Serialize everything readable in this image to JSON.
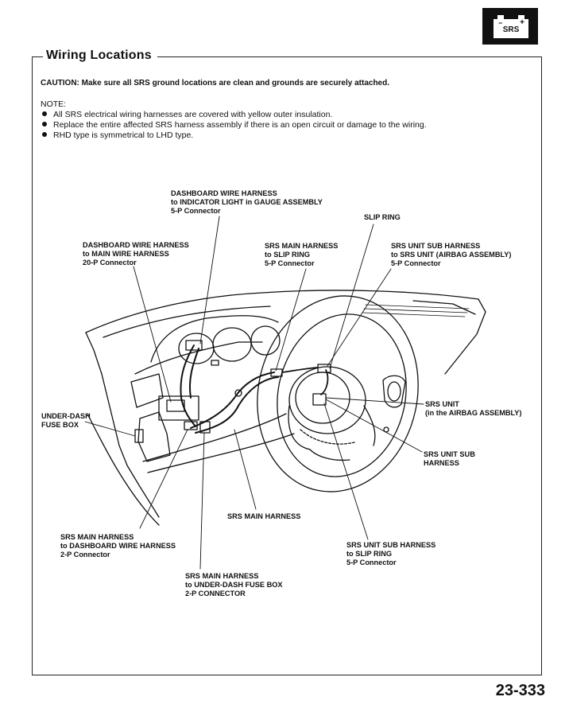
{
  "badge": {
    "text": "SRS",
    "minus": "−",
    "plus": "+"
  },
  "title": "Wiring Locations",
  "caution": "CAUTION:  Make sure all SRS ground locations are clean and grounds are securely attached.",
  "note_heading": "NOTE:",
  "notes": [
    "All SRS electrical wiring harnesses are covered with yellow outer insulation.",
    "Replace the entire affected SRS harness assembly if there is an open circuit or damage to the wiring.",
    "RHD type is symmetrical to LHD type."
  ],
  "labels": {
    "dash_indicator": [
      "DASHBOARD WIRE HARNESS",
      "to INDICATOR LIGHT in GAUGE ASSEMBLY",
      "5-P Connector"
    ],
    "slip_ring": [
      "SLIP RING"
    ],
    "dash_main": [
      "DASHBOARD WIRE HARNESS",
      "to MAIN WIRE HARNESS",
      "20-P Connector"
    ],
    "srs_main_slip": [
      "SRS MAIN HARNESS",
      "to SLIP RING",
      "5-P Connector"
    ],
    "srs_unit_sub": [
      "SRS UNIT SUB HARNESS",
      "to SRS UNIT (AIRBAG ASSEMBLY)",
      "5-P Connector"
    ],
    "srs_unit": [
      "SRS UNIT",
      "(in the AIRBAG ASSEMBLY)"
    ],
    "underdash_fuse": [
      "UNDER-DASH",
      "FUSE BOX"
    ],
    "srs_unit_sub_harness": [
      "SRS UNIT SUB",
      "HARNESS"
    ],
    "srs_main_harness": [
      "SRS MAIN HARNESS"
    ],
    "srs_main_dash": [
      "SRS MAIN HARNESS",
      "to DASHBOARD WIRE HARNESS",
      "2-P Connector"
    ],
    "srs_unit_sub_slip": [
      "SRS UNIT SUB HARNESS",
      "to SLIP RING",
      "5-P Connector"
    ],
    "srs_main_fuse": [
      "SRS MAIN HARNESS",
      "to UNDER-DASH FUSE BOX",
      "2-P CONNECTOR"
    ]
  },
  "page_number": "23-333"
}
